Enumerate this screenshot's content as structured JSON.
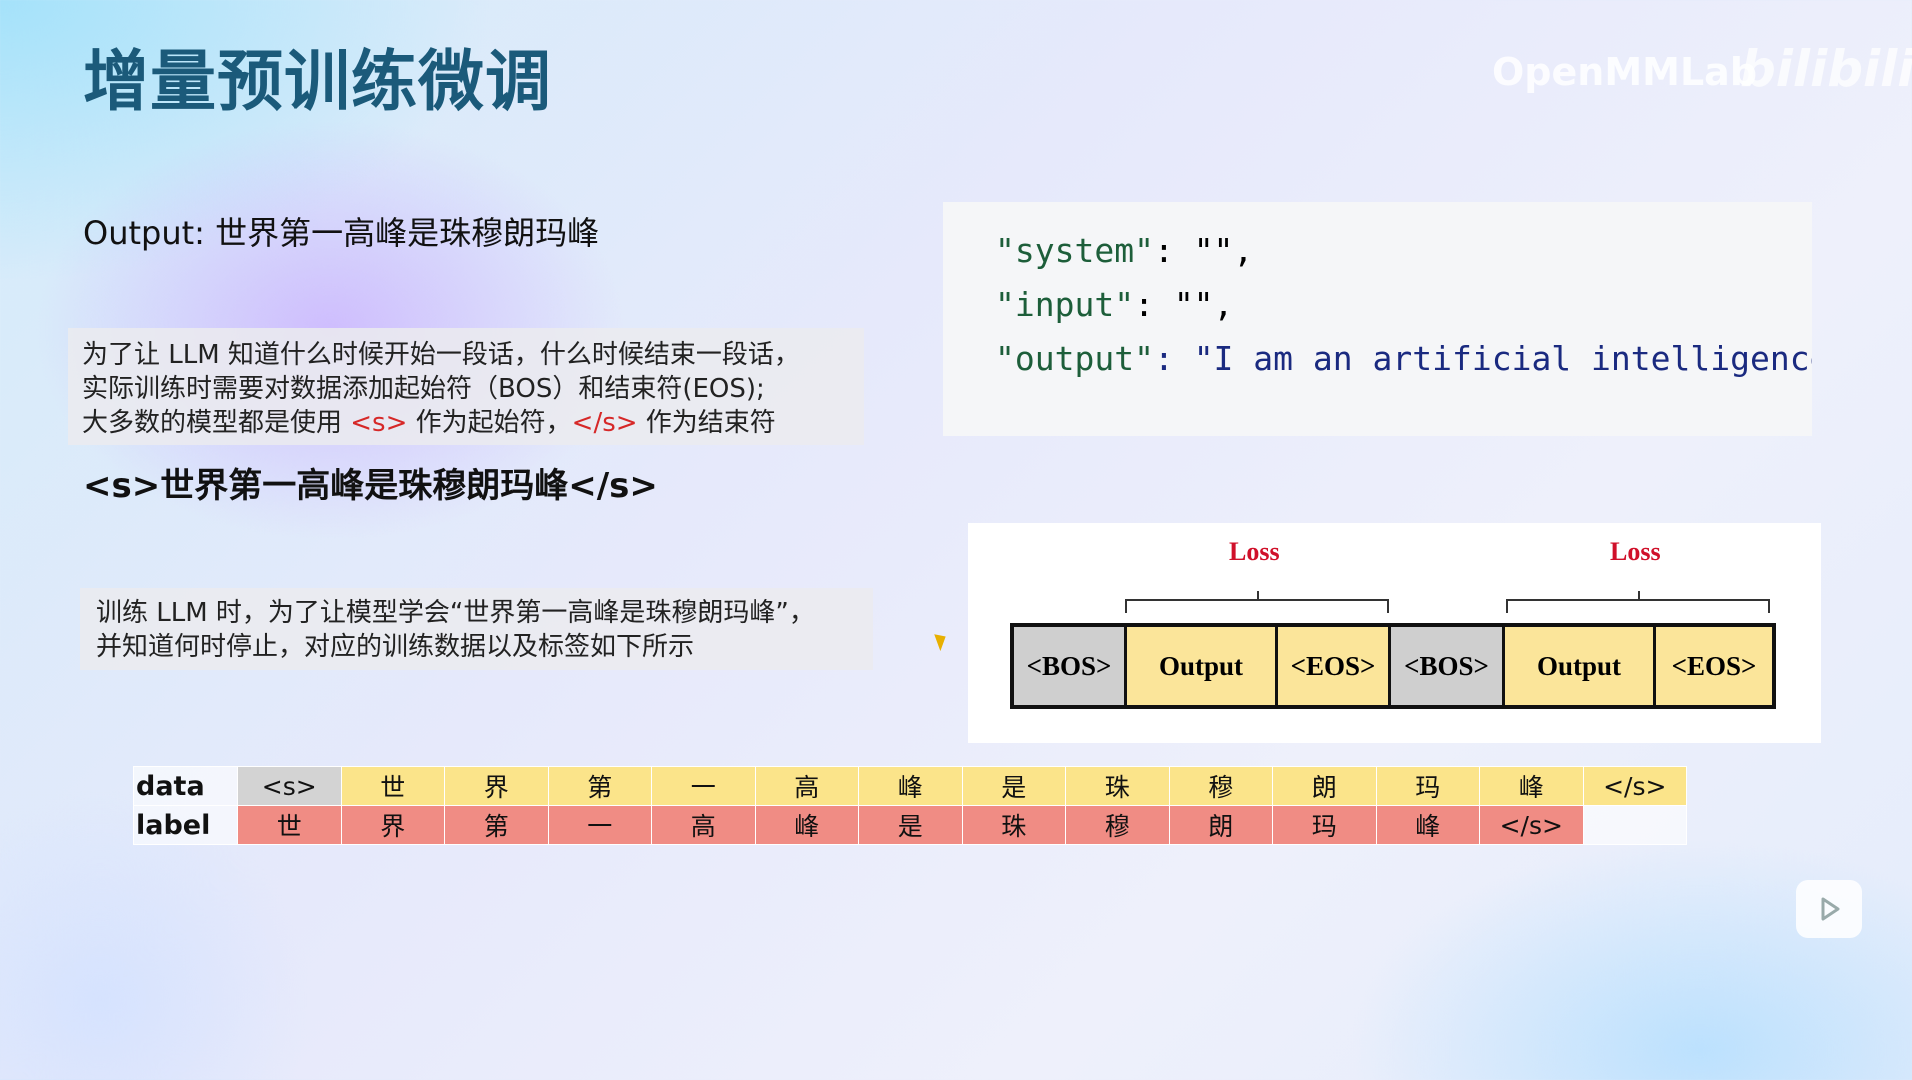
{
  "title": "增量预训练微调",
  "output_line": "Output: 世界第一高峰是珠穆朗玛峰",
  "note1": {
    "line1": "为了让 LLM 知道什么时候开始一段话，什么时候结束一段话，",
    "line2": "实际训练时需要对数据添加起始符（BOS）和结束符(EOS);",
    "line3_a": "大多数的模型都是使用 ",
    "line3_s": "<s>",
    "line3_b": " 作为起始符，",
    "line3_es": "</s>",
    "line3_c": " 作为结束符"
  },
  "sequence": "<s>世界第一高峰是珠穆朗玛峰</s>",
  "note2": {
    "line1": "训练 LLM 时，为了让模型学会“世界第一高峰是珠穆朗玛峰”，",
    "line2": "并知道何时停止，对应的训练数据以及标签如下所示"
  },
  "code": {
    "system_key": "\"system\"",
    "system_val": ": \"\",",
    "input_key": "\"input\"",
    "input_val": ": \"\",",
    "output_key": "\"output\"",
    "output_val": ": \"I am an artificial intelligence"
  },
  "diagram": {
    "loss1": "Loss",
    "loss2": "Loss",
    "cells": [
      "<BOS>",
      "Output",
      "<EOS>",
      "<BOS>",
      "Output",
      "<EOS>"
    ]
  },
  "table": {
    "data_header": "data",
    "label_header": "label",
    "data": [
      "<s>",
      "世",
      "界",
      "第",
      "一",
      "高",
      "峰",
      "是",
      "珠",
      "穆",
      "朗",
      "玛",
      "峰",
      "</s>"
    ],
    "label": [
      "世",
      "界",
      "第",
      "一",
      "高",
      "峰",
      "是",
      "珠",
      "穆",
      "朗",
      "玛",
      "峰",
      "</s>",
      ""
    ]
  },
  "watermark": "OpenMMLab",
  "bilibili_logo": "bilibili",
  "colors": {
    "title": "#1b5a7a",
    "loss": "#d0102a",
    "data_cell": "#fbe48a",
    "label_cell": "#f08c84",
    "bos_cell": "#d3d3d3"
  }
}
